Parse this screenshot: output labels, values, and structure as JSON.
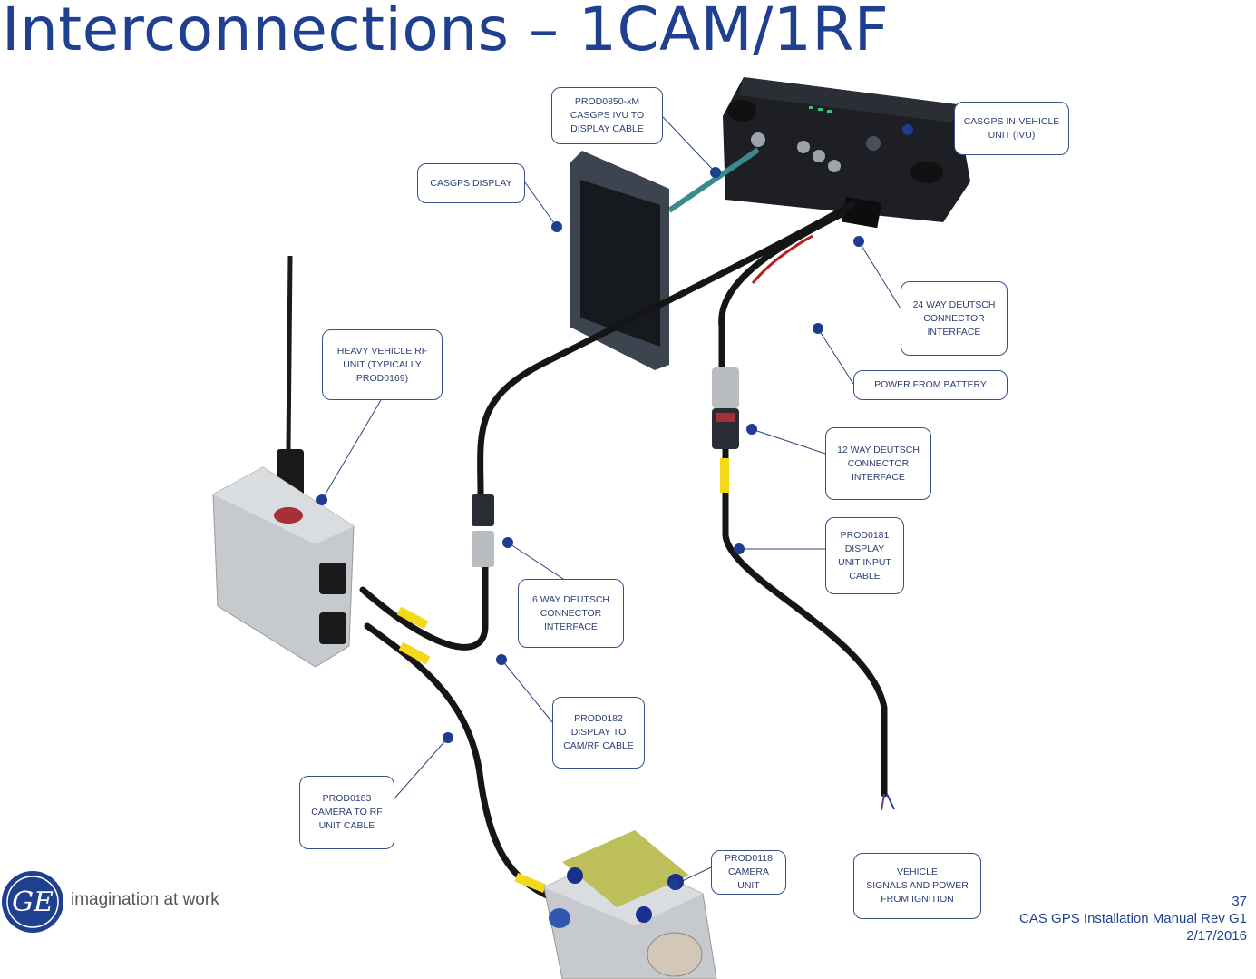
{
  "title": "Interconnections – 1CAM/1RF",
  "callouts": {
    "prod0850": "PROD0850-xM\nCASGPS IVU TO\nDISPLAY CABLE",
    "ivu": "CASGPS IN-VEHICLE\nUNIT (IVU)",
    "display": "CASGPS DISPLAY",
    "deutsch24": "24 WAY DEUTSCH\nCONNECTOR\nINTERFACE",
    "power_battery": "POWER FROM BATTERY",
    "rf_unit": "HEAVY VEHICLE RF\nUNIT (TYPICALLY\nPROD0169)",
    "deutsch12": "12 WAY DEUTSCH\nCONNECTOR\nINTERFACE",
    "prod0181": "PROD0181\nDISPLAY\nUNIT INPUT\nCABLE",
    "deutsch6": "6 WAY DEUTSCH\nCONNECTOR\nINTERFACE",
    "prod0182": "PROD0182\nDISPLAY TO\nCAM/RF CABLE",
    "prod0183": "PROD0183\nCAMERA TO RF\nUNIT CABLE",
    "prod0118": "PROD0118\nCAMERA UNIT",
    "vehicle_signals": "VEHICLE\nSIGNALS AND POWER\nFROM IGNITION"
  },
  "logo": {
    "tagline": "imagination at work",
    "brand_color": "#1f3f8f"
  },
  "footer": {
    "page": "37",
    "doc": "CAS GPS Installation Manual Rev G1",
    "date": "2/17/2016"
  }
}
